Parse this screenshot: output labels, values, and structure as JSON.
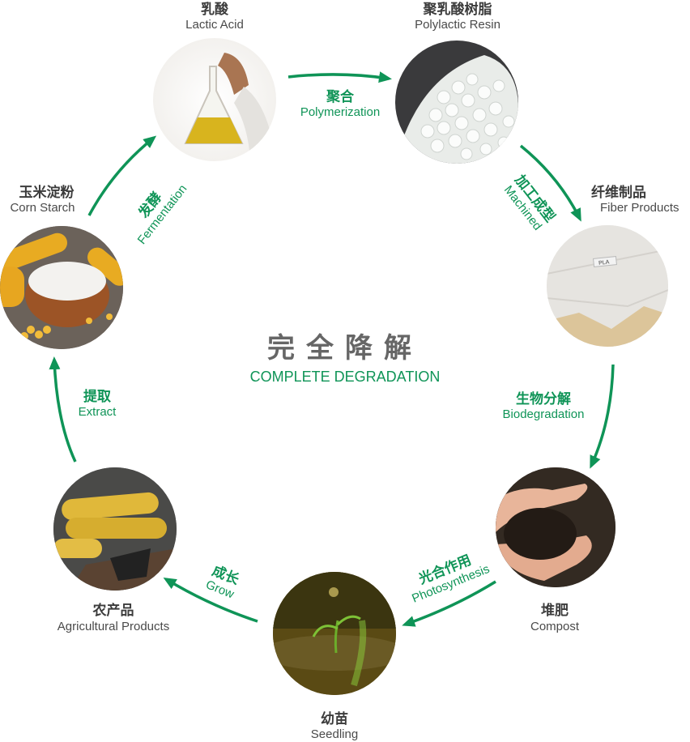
{
  "center": {
    "title_cn": "完全降解",
    "title_en": "COMPLETE DEGRADATION"
  },
  "colors": {
    "accent_green": "#0f9457",
    "title_gray": "#666666",
    "label_dark": "#3c3c3c"
  },
  "nodes": [
    {
      "id": "lactic-acid",
      "cn": "乳酸",
      "en": "Lactic Acid",
      "image": "flask-of-yellow-liquid-photo"
    },
    {
      "id": "polylactic-resin",
      "cn": "聚乳酸树脂",
      "en": "Polylactic Resin",
      "image": "white-resin-pellets-photo"
    },
    {
      "id": "fiber-products",
      "cn": "纤维制品",
      "en": "Fiber Products",
      "image": "pla-fabric-swatches-photo",
      "tag": "PLA"
    },
    {
      "id": "compost",
      "cn": "堆肥",
      "en": "Compost",
      "image": "hands-holding-soil-photo"
    },
    {
      "id": "seedling",
      "cn": "幼苗",
      "en": "Seedling",
      "image": "sprouting-seedling-photo"
    },
    {
      "id": "agricultural-products",
      "cn": "农产品",
      "en": "Agricultural Products",
      "image": "corn-cobs-photo"
    },
    {
      "id": "corn-starch",
      "cn": "玉米淀粉",
      "en": "Corn Starch",
      "image": "bowl-of-starch-photo"
    }
  ],
  "steps": [
    {
      "id": "polymerization",
      "cn": "聚合",
      "en": "Polymerization",
      "from": "lactic-acid",
      "to": "polylactic-resin"
    },
    {
      "id": "machined",
      "cn": "加工成型",
      "en": "Machined",
      "from": "polylactic-resin",
      "to": "fiber-products"
    },
    {
      "id": "biodegradation",
      "cn": "生物分解",
      "en": "Biodegradation",
      "from": "fiber-products",
      "to": "compost"
    },
    {
      "id": "photosynthesis",
      "cn": "光合作用",
      "en": "Photosynthesis",
      "from": "compost",
      "to": "seedling"
    },
    {
      "id": "grow",
      "cn": "成长",
      "en": "Grow",
      "from": "seedling",
      "to": "agricultural-products"
    },
    {
      "id": "extract",
      "cn": "提取",
      "en": "Extract",
      "from": "agricultural-products",
      "to": "corn-starch"
    },
    {
      "id": "fermentation",
      "cn": "发酵",
      "en": "Fermentation",
      "from": "corn-starch",
      "to": "lactic-acid"
    }
  ]
}
